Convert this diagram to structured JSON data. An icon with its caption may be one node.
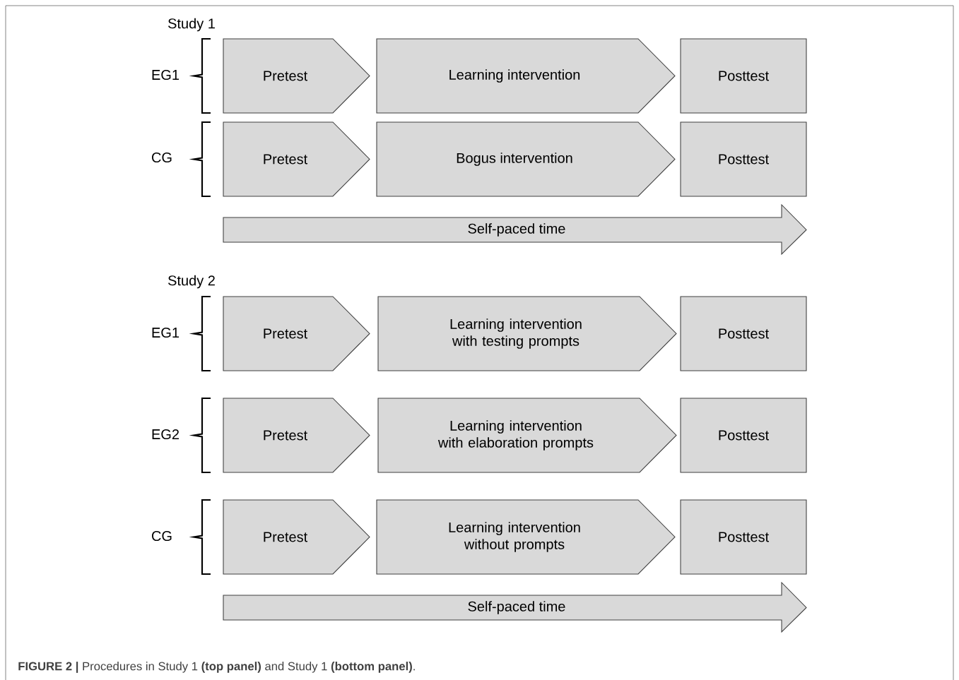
{
  "diagram": {
    "caption": "**FIGURE 2 |** Procedures in Study 1 **(top panel)** and Study 1 **(bottom panel)**.",
    "nodes": [
      {
        "text": [
          "Pretest"
        ]
      },
      {
        "text": [
          "Learning intervention"
        ]
      },
      {
        "text": [
          "Posttest"
        ]
      },
      {
        "text": [
          "Pretest"
        ]
      },
      {
        "text": [
          "Bogus intervention"
        ]
      },
      {
        "text": [
          "Posttest"
        ]
      },
      {
        "text": [
          "Self-paced time"
        ]
      },
      {
        "text": [
          "Pretest"
        ]
      },
      {
        "text": [
          "Learning intervention with testing prompts"
        ]
      },
      {
        "text": [
          "Posttest"
        ]
      },
      {
        "text": [
          "Pretest"
        ]
      },
      {
        "text": [
          "Learning intervention with elaboration prompts"
        ]
      },
      {
        "text": [
          "Posttest"
        ]
      },
      {
        "text": [
          "Pretest"
        ]
      },
      {
        "text": [
          "Learning intervention without prompts"
        ]
      },
      {
        "text": [
          "Posttest"
        ]
      },
      {
        "text": [
          "Self-paced time"
        ]
      }
    ],
    "labels": [
      "Study 1",
      "EG1",
      "CG",
      "Study 2",
      "EG1",
      "EG2",
      "CG"
    ]
  }
}
